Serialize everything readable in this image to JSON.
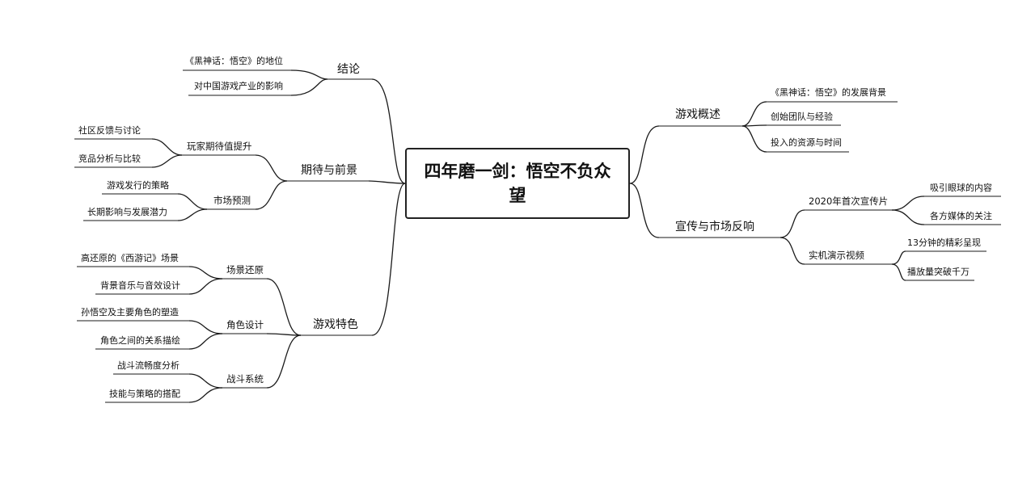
{
  "root": {
    "title": "四年磨一剑：悟空不负众望"
  },
  "branches": {
    "conclusion": {
      "label": "结论",
      "children": [
        "《黑神话：悟空》的地位",
        "对中国游戏产业的影响"
      ]
    },
    "outlook": {
      "label": "期待与前景",
      "groups": [
        {
          "label": "玩家期待值提升",
          "children": [
            "社区反馈与讨论",
            "竞品分析与比较"
          ]
        },
        {
          "label": "市场预测",
          "children": [
            "游戏发行的策略",
            "长期影响与发展潜力"
          ]
        }
      ]
    },
    "features": {
      "label": "游戏特色",
      "groups": [
        {
          "label": "场景还原",
          "children": [
            "高还原的《西游记》场景",
            "背景音乐与音效设计"
          ]
        },
        {
          "label": "角色设计",
          "children": [
            "孙悟空及主要角色的塑造",
            "角色之间的关系描绘"
          ]
        },
        {
          "label": "战斗系统",
          "children": [
            "战斗流畅度分析",
            "技能与策略的搭配"
          ]
        }
      ]
    },
    "overview": {
      "label": "游戏概述",
      "children": [
        "《黑神话：悟空》的发展背景",
        "创始团队与经验",
        "投入的资源与时间"
      ]
    },
    "promotion": {
      "label": "宣传与市场反响",
      "groups": [
        {
          "label": "2020年首次宣传片",
          "children": [
            "吸引眼球的内容",
            "各方媒体的关注"
          ]
        },
        {
          "label": "实机演示视频",
          "children": [
            "13分钟的精彩呈现",
            "播放量突破千万"
          ]
        }
      ]
    }
  }
}
